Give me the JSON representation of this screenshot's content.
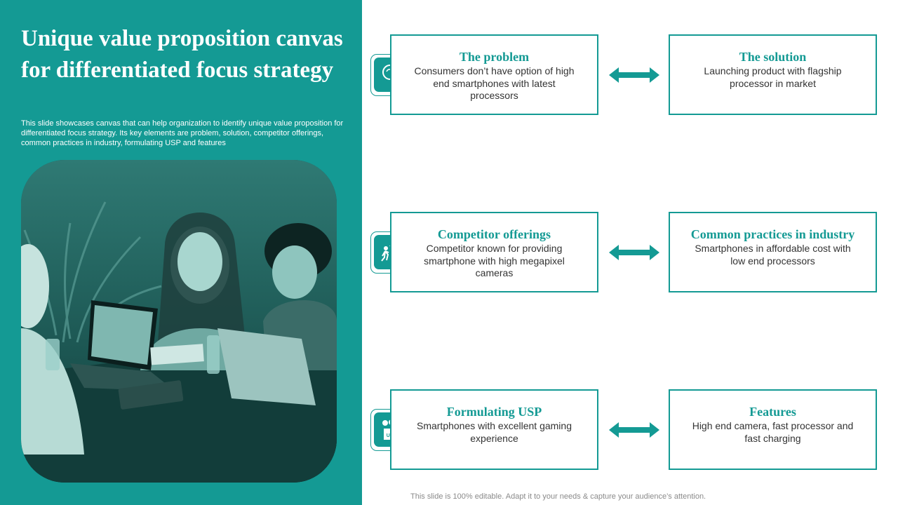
{
  "slide": {
    "title": "Unique value proposition canvas for differentiated focus strategy",
    "description": "This slide showcases canvas that can help organization to identify unique value proposition for differentiated focus strategy. Its key elements are problem, solution, competitor offerings, common practices in industry, formulating USP and features",
    "footer": "This slide is 100% editable. Adapt it to your needs & capture your audience’s attention."
  },
  "colors": {
    "accent": "#149a94",
    "text": "#333333",
    "muted": "#8a8a8a"
  },
  "rows": [
    {
      "icon": "brain-lightbulb-icon",
      "left": {
        "title": "The problem",
        "text": "Consumers don’t have option of high end smartphones with latest processors"
      },
      "right": {
        "title": "The solution",
        "text": "Launching product with flagship processor in market"
      }
    },
    {
      "icon": "competition-runners-icon",
      "left": {
        "title": "Competitor offerings",
        "text": "Competitor known for providing smartphone with high megapixel cameras"
      },
      "right": {
        "title": "Common practices in industry",
        "text": "Smartphones in affordable cost with low end processors"
      }
    },
    {
      "icon": "usp-box-icon",
      "left": {
        "title": "Formulating USP",
        "text": "Smartphones with excellent gaming experience"
      },
      "right": {
        "title": "Features",
        "text": "High end camera, fast processor and fast charging"
      }
    }
  ]
}
